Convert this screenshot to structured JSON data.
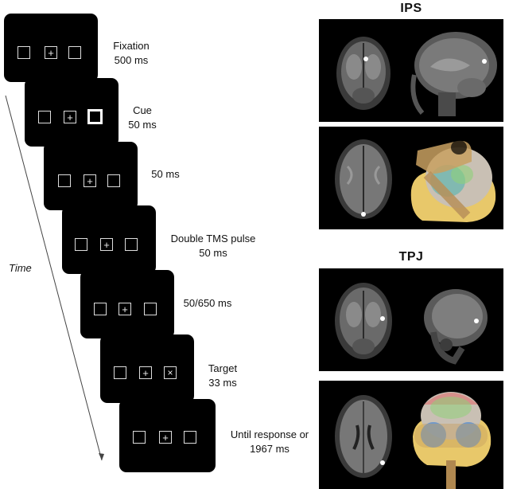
{
  "timeline": {
    "time_label": "Time",
    "frames": [
      {
        "id": "fixation",
        "label_lines": [
          "Fixation",
          "500 ms"
        ],
        "left_box": "empty",
        "center_box": "plus",
        "right_box": "empty",
        "right_thick": false
      },
      {
        "id": "cue",
        "label_lines": [
          "Cue",
          "50 ms"
        ],
        "left_box": "empty",
        "center_box": "plus",
        "right_box": "empty",
        "right_thick": true
      },
      {
        "id": "isi",
        "label_lines": [
          "50 ms"
        ],
        "left_box": "empty",
        "center_box": "plus",
        "right_box": "empty",
        "right_thick": false
      },
      {
        "id": "tms",
        "label_lines": [
          "Double TMS pulse",
          "50 ms"
        ],
        "left_box": "empty",
        "center_box": "plus",
        "right_box": "empty",
        "right_thick": false
      },
      {
        "id": "soa",
        "label_lines": [
          "50/650 ms"
        ],
        "left_box": "empty",
        "center_box": "plus",
        "right_box": "empty",
        "right_thick": false
      },
      {
        "id": "target",
        "label_lines": [
          "Target",
          "33 ms"
        ],
        "left_box": "empty",
        "center_box": "plus",
        "right_box": "x",
        "right_thick": false
      },
      {
        "id": "response",
        "label_lines": [
          "Until response or",
          "1967 ms"
        ],
        "left_box": "empty",
        "center_box": "plus",
        "right_box": "empty",
        "right_thick": false
      }
    ],
    "glyphs": {
      "plus": "+",
      "x": "×",
      "empty": ""
    }
  },
  "sites": [
    {
      "title": "IPS",
      "images": [
        "coronal-mri",
        "sagittal-mri",
        "axial-mri",
        "head-model-with-coil"
      ]
    },
    {
      "title": "TPJ",
      "images": [
        "coronal-mri",
        "sagittal-mri",
        "axial-mri",
        "head-model-with-coil"
      ]
    }
  ],
  "colors": {
    "screen": "#000000",
    "box_border": "#dddddd",
    "head_model": "#e8c86a",
    "coil": "#c8a060"
  }
}
